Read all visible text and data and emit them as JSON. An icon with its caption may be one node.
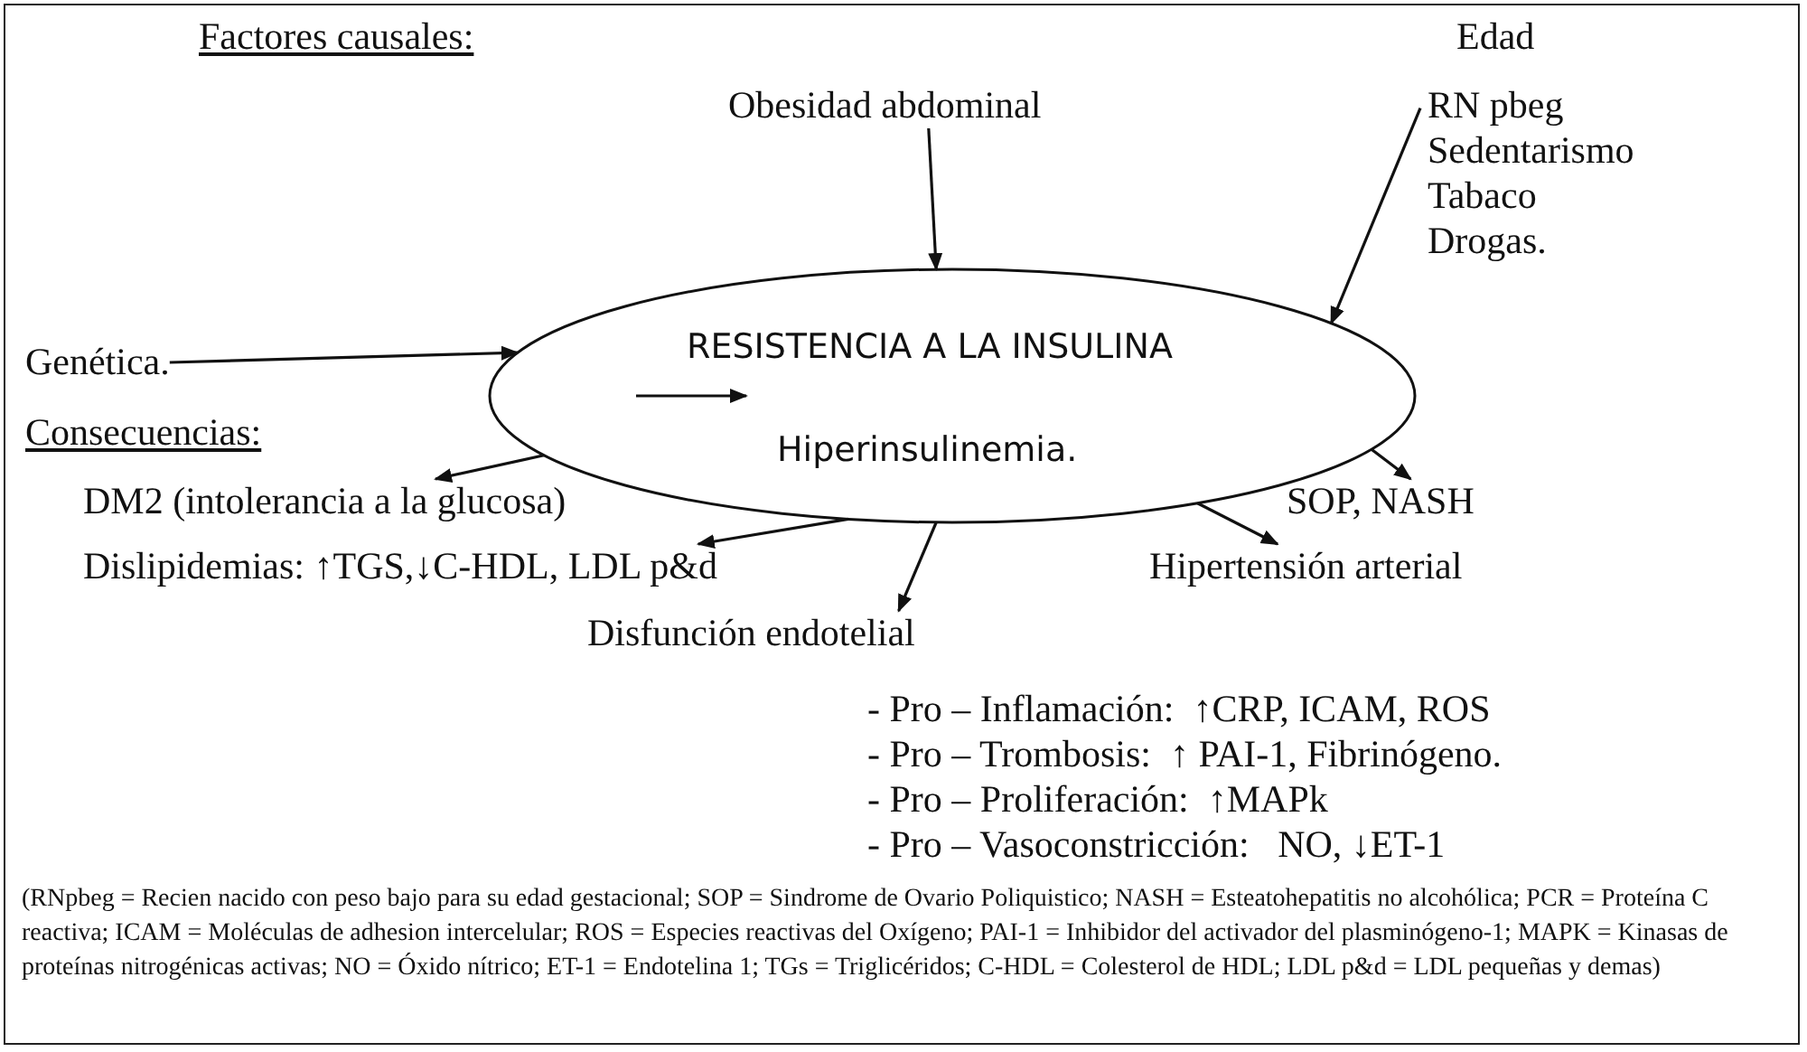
{
  "diagram": {
    "nodes": [
      {
        "text": [
          "Obesidad abdominal"
        ]
      },
      {
        "text": [
          "Edad",
          "RN pbeg",
          "Sedentarismo",
          "Tabaco",
          "Drogas."
        ]
      },
      {
        "text": [
          "Genética."
        ]
      },
      {
        "text": [
          "RESISTENCIA A LA INSULINA",
          "Hiperinsulinemia."
        ]
      },
      {
        "text": [
          "DM2 (intolerancia a la glucosa)"
        ]
      },
      {
        "text": [
          "Dislipidemias: ↑TGS,↓C-HDL, LDL p&d"
        ]
      },
      {
        "text": [
          "Disfunción endotelial"
        ]
      },
      {
        "text": [
          "Hipertensión arterial"
        ]
      },
      {
        "text": [
          "SOP, NASH"
        ]
      }
    ],
    "edges": [
      {
        "from": 0,
        "to": 3,
        "arrow": "to"
      },
      {
        "from": 1,
        "to": 3,
        "arrow": "to"
      },
      {
        "from": 2,
        "to": 3,
        "arrow": "to"
      },
      {
        "from": 3,
        "to": 4,
        "arrow": "to"
      },
      {
        "from": 3,
        "to": 5,
        "arrow": "to"
      },
      {
        "from": 3,
        "to": 6,
        "arrow": "to"
      },
      {
        "from": 3,
        "to": 7,
        "arrow": "to"
      },
      {
        "from": 3,
        "to": 8,
        "arrow": "to"
      }
    ],
    "labels": [
      "Factores causales:",
      "Consecuencias:",
      "- Pro – Inflamación:  ↑CRP, ICAM, ROS",
      "- Pro – Trombosis:  ↑ PAI-1, Fibrinógeno.",
      "- Pro – Proliferación:  ↑MAPk",
      "- Pro – Vasoconstricción:   NO, ↓ET-1",
      "(RNpbeg = Recien nacido con peso bajo para su edad gestacional; SOP = Sindrome de Ovario Poliquistico; NASH = Esteatohepatitis no alcohólica; PCR = Proteína C reactiva; ICAM = Moléculas de adhesion intercelular; ROS = Especies reactivas del Oxígeno; PAI-1 = Inhibidor del activador del plasminógeno-1; MAPK = Kinasas de proteínas nitrogénicas activas; NO = Óxido nítrico; ET-1 = Endotelina 1; TGs = Triglicéridos; C-HDL = Colesterol de HDL; LDL p&d = LDL pequeñas y demas)"
    ]
  }
}
